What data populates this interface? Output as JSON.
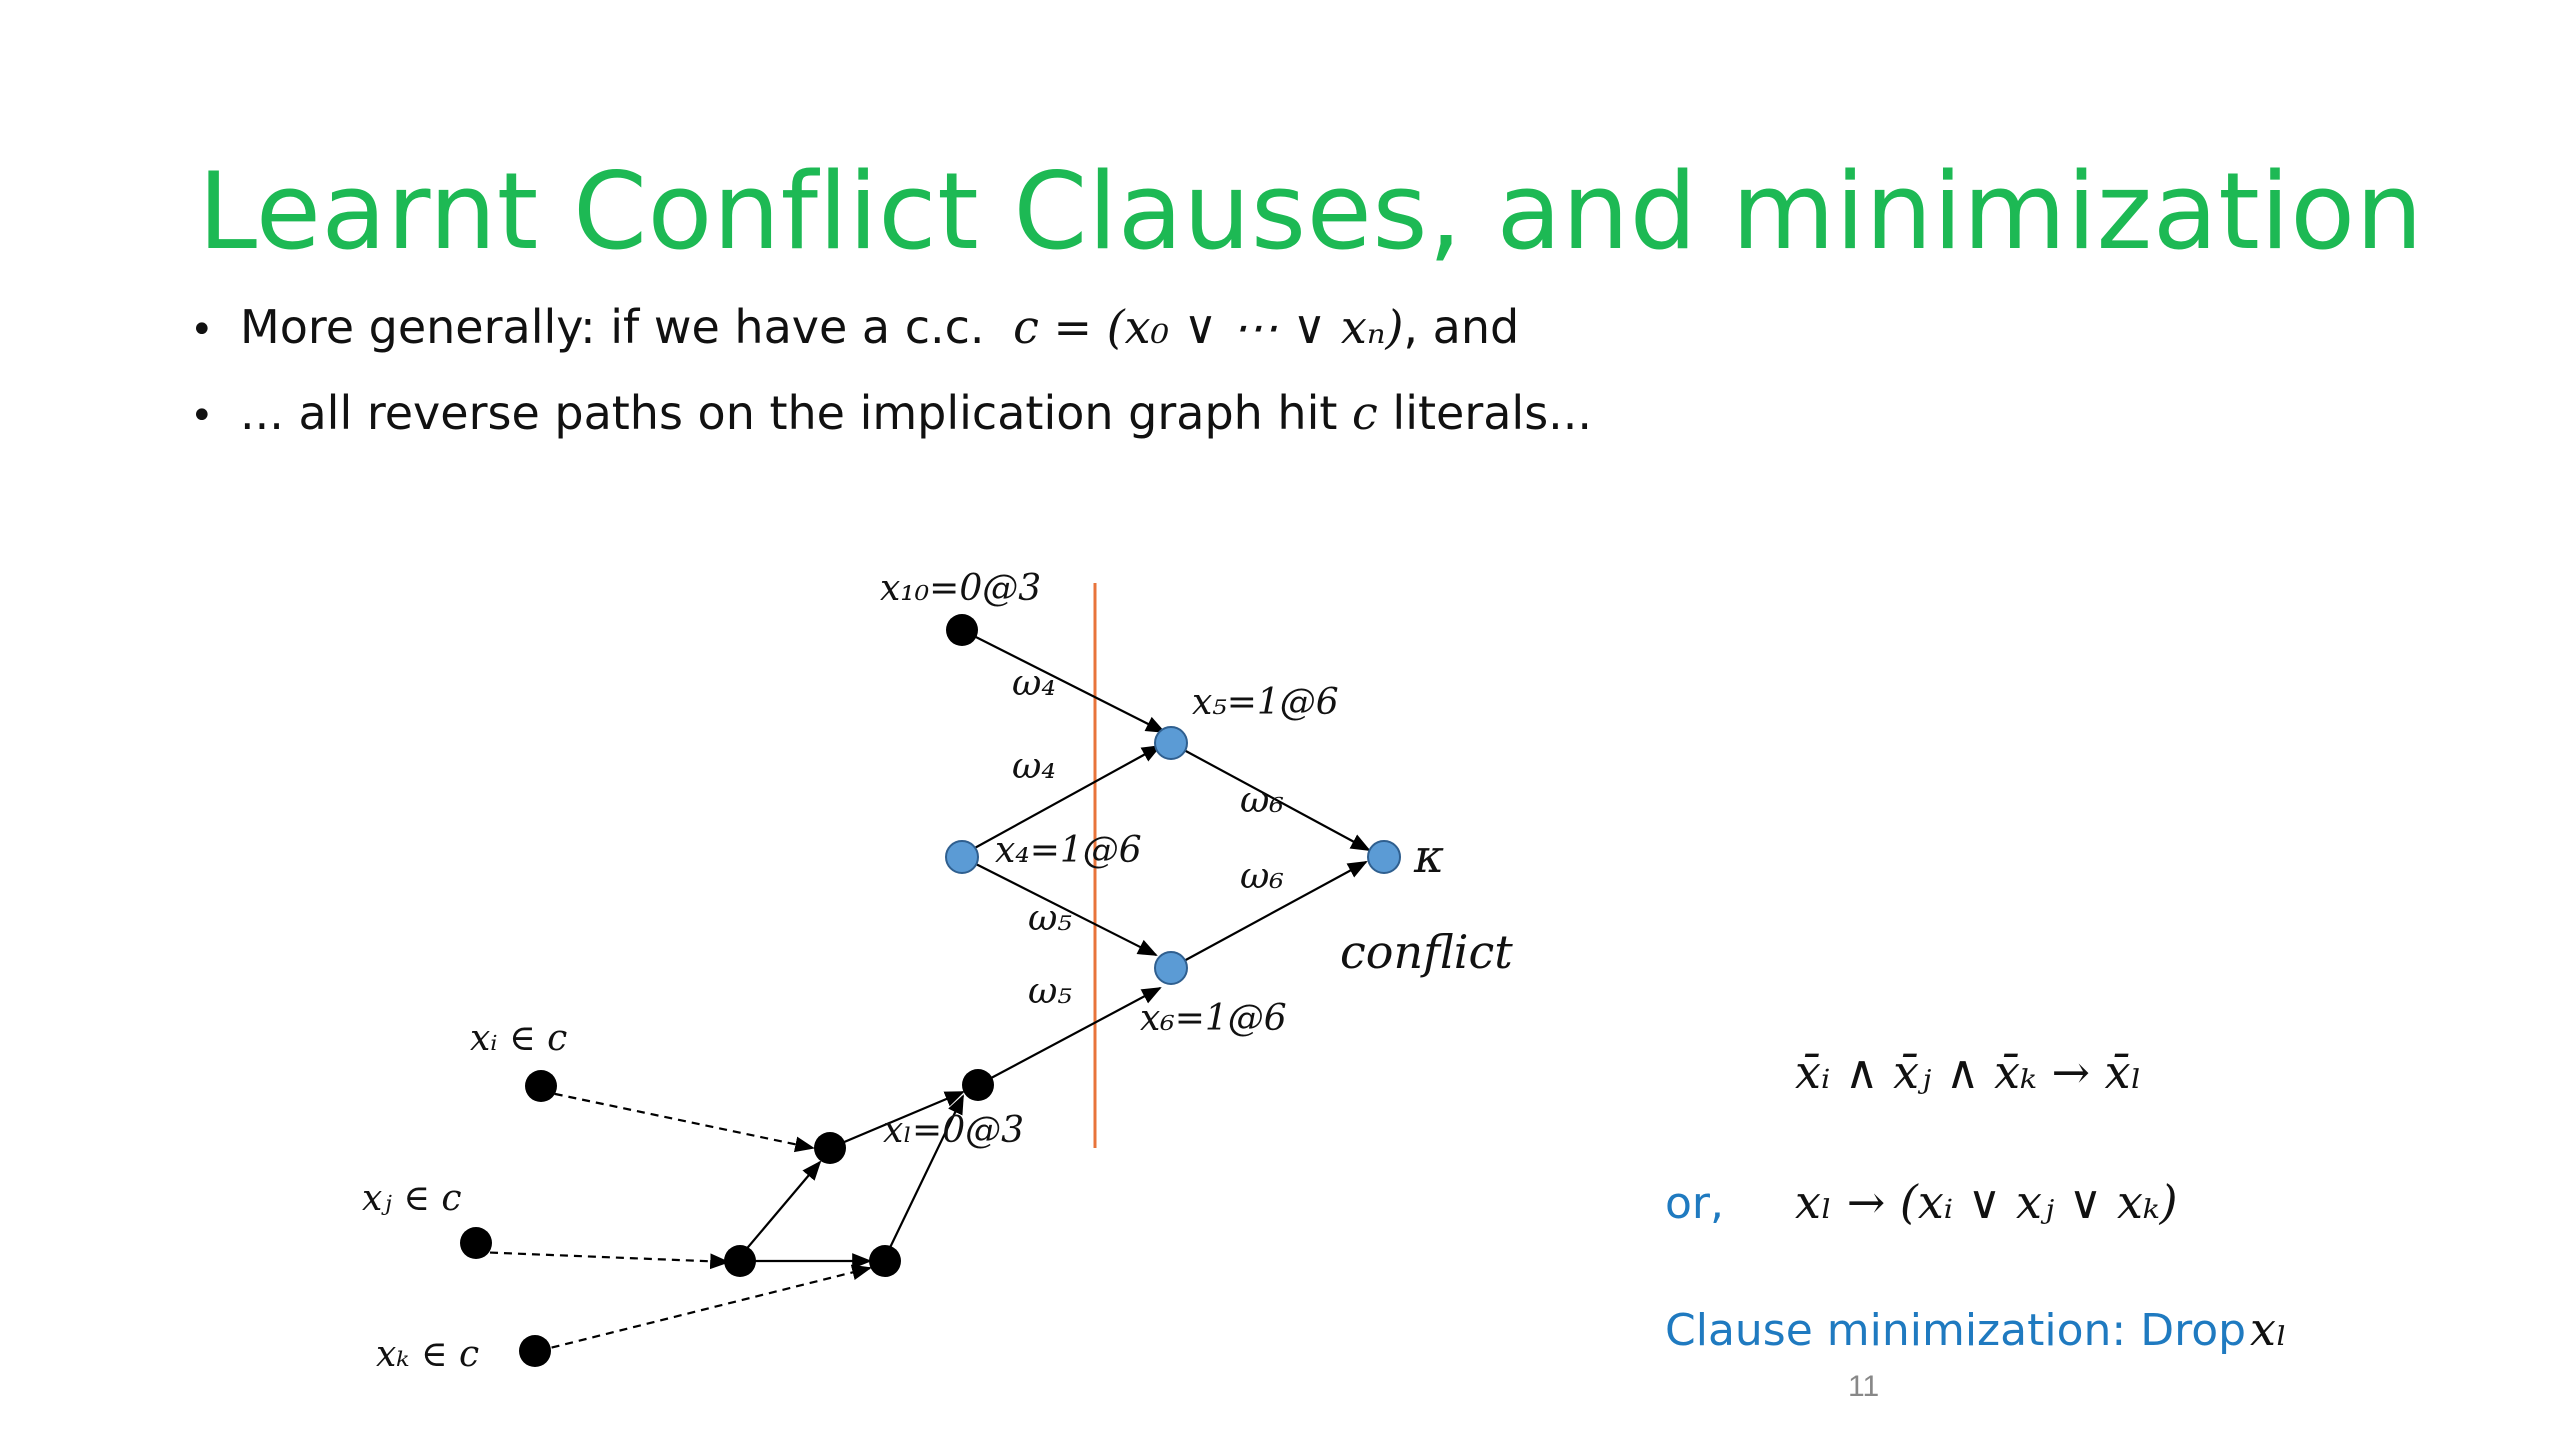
{
  "slide": {
    "title": "Learnt Conflict Clauses, and minimization",
    "bullets": [
      {
        "marker": "•",
        "text_before": "More generally: if we have a c.c. ",
        "math": "c = (x₀ ∨ ⋯ ∨ xₙ)",
        "text_after": ", and"
      },
      {
        "marker": "•",
        "text_before": "... all reverse paths on the implication graph hit ",
        "math": "c",
        "text_after": " literals..."
      }
    ],
    "page_number": "11"
  },
  "diagram": {
    "nodes": [
      {
        "id": "x10",
        "label": "x₁₀=0@3",
        "color": "#000000"
      },
      {
        "id": "x5",
        "label": "x₅=1@6",
        "color": "#5b9bd5"
      },
      {
        "id": "x4",
        "label": "x₄=1@6",
        "color": "#5b9bd5"
      },
      {
        "id": "kappa",
        "label": "κ",
        "color": "#5b9bd5"
      },
      {
        "id": "x6",
        "label": "x₆=1@6",
        "color": "#5b9bd5"
      },
      {
        "id": "xl",
        "label": "xₗ=0@3",
        "color": "#000000"
      },
      {
        "id": "xi",
        "label": "xᵢ ∈ c",
        "color": "#000000"
      },
      {
        "id": "xj",
        "label": "xⱼ ∈ c",
        "color": "#000000"
      },
      {
        "id": "xk",
        "label": "xₖ ∈ c",
        "color": "#000000"
      },
      {
        "id": "m1",
        "label": "",
        "color": "#000000"
      },
      {
        "id": "m2",
        "label": "",
        "color": "#000000"
      },
      {
        "id": "m3",
        "label": "",
        "color": "#000000"
      }
    ],
    "edge_labels": [
      "ω₄",
      "ω₄",
      "ω₆",
      "ω₆",
      "ω₅",
      "ω₅"
    ],
    "conflict_label": "conflict",
    "cut_color": "#e8743b"
  },
  "formulas": {
    "line1": "x̄ᵢ ∧ x̄ⱼ ∧ x̄ₖ → x̄ₗ",
    "or_label": "or,",
    "line2": "xₗ → (xᵢ ∨ xⱼ ∨ xₖ)",
    "minimization_text": "Clause minimization: Drop ",
    "minimization_var": "xₗ"
  }
}
